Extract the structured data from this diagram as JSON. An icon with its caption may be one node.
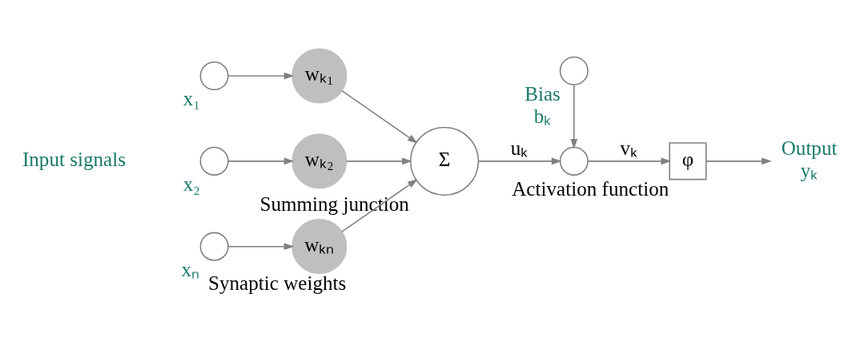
{
  "diagram": {
    "nodes": [
      {
        "text": [],
        "shape": "circle",
        "beside": [
          "x₁"
        ]
      },
      {
        "text": [],
        "shape": "circle",
        "beside": [
          "x₂"
        ]
      },
      {
        "text": [],
        "shape": "circle",
        "beside": [
          "xₙ"
        ]
      },
      {
        "text": [
          "wₖ₁"
        ]
      },
      {
        "text": [
          "wₖ₂"
        ]
      },
      {
        "text": [
          "wₖₙ"
        ],
        "beside": [
          "Synaptic weights"
        ]
      },
      {
        "text": [
          "Σ"
        ],
        "beside": [
          "Summing junction"
        ]
      },
      {
        "text": [],
        "shape": "circle",
        "beside": [
          "Bias",
          "bₖ"
        ]
      },
      {
        "text": [],
        "shape": "circle"
      },
      {
        "text": [
          "φ"
        ],
        "beside": [
          "Activation function"
        ]
      },
      {
        "text": [
          "Output",
          "yₖ"
        ]
      }
    ],
    "edges": [
      {
        "from": 0,
        "to": 3,
        "arrow": "to"
      },
      {
        "from": 1,
        "to": 4,
        "arrow": "to"
      },
      {
        "from": 2,
        "to": 5,
        "arrow": "to"
      },
      {
        "from": 3,
        "to": 6,
        "arrow": "to"
      },
      {
        "from": 4,
        "to": 6,
        "arrow": "to"
      },
      {
        "from": 5,
        "to": 6,
        "arrow": "to"
      },
      {
        "from": 6,
        "to": 8,
        "arrow": "to",
        "label": "uₖ"
      },
      {
        "from": 7,
        "to": 8,
        "arrow": "to"
      },
      {
        "from": 8,
        "to": 9,
        "arrow": "to",
        "label": "vₖ"
      },
      {
        "from": 9,
        "to": 10,
        "arrow": "to"
      }
    ],
    "labels": [
      "Input signals"
    ]
  }
}
